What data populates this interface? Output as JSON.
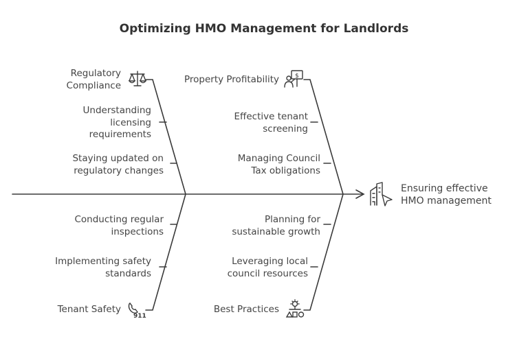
{
  "title": "Optimizing HMO Management for Landlords",
  "outcome": {
    "line1": "Ensuring effective",
    "line2": "HMO management"
  },
  "branches": {
    "regulatory": {
      "head": {
        "line1": "Regulatory",
        "line2": "Compliance",
        "icon": "scales-icon"
      },
      "causes": [
        {
          "line1": "Understanding",
          "line2": "licensing",
          "line3": "requirements"
        },
        {
          "line1": "Staying updated on",
          "line2": "regulatory changes"
        }
      ]
    },
    "profitability": {
      "head": {
        "line1": "Property Profitability",
        "icon": "presenter-money-icon"
      },
      "causes": [
        {
          "line1": "Effective tenant",
          "line2": "screening"
        },
        {
          "line1": "Managing Council",
          "line2": "Tax obligations"
        }
      ]
    },
    "safety": {
      "head": {
        "line1": "Tenant Safety",
        "icon": "phone-911-icon",
        "icon_text": "911"
      },
      "causes": [
        {
          "line1": "Conducting regular",
          "line2": "inspections"
        },
        {
          "line1": "Implementing safety",
          "line2": "standards"
        }
      ]
    },
    "best_practices": {
      "head": {
        "line1": "Best Practices",
        "icon": "idea-shapes-icon"
      },
      "causes": [
        {
          "line1": "Planning for",
          "line2": "sustainable growth"
        },
        {
          "line1": "Leveraging local",
          "line2": "council resources"
        }
      ]
    }
  },
  "outcome_icon": "building-cursor-icon",
  "colors": {
    "line": "#3a3a3a",
    "text": "#444444"
  }
}
